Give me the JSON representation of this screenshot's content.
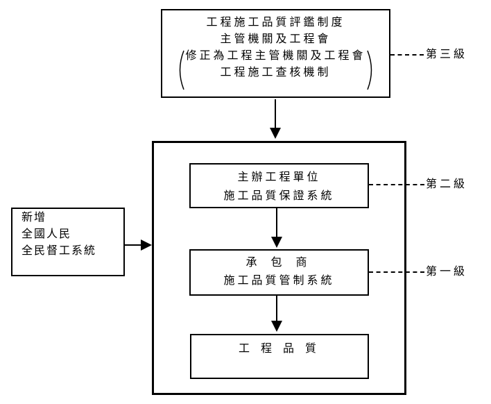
{
  "colors": {
    "line": "#000000",
    "background": "#ffffff",
    "text": "#000000"
  },
  "top_box": {
    "line1": "工程施工品質評鑑制度",
    "line2": "主管機關及工程會",
    "paren_line1": "修正為工程主管機關及工程會",
    "paren_line2": "工程施工查核機制"
  },
  "container": {
    "box_supervise": {
      "line1": "主辦工程單位",
      "line2": "施工品質保證系統"
    },
    "box_contractor": {
      "line1": "承 包 商",
      "line2": "施工品質管制系統"
    },
    "box_quality": {
      "line1": "工 程 品 質"
    }
  },
  "left_box": {
    "line1": "新增",
    "line2": "全國人民",
    "line3": "全民督工系統"
  },
  "level_labels": {
    "level3": "第三級",
    "level2": "第二級",
    "level1": "第一級"
  }
}
